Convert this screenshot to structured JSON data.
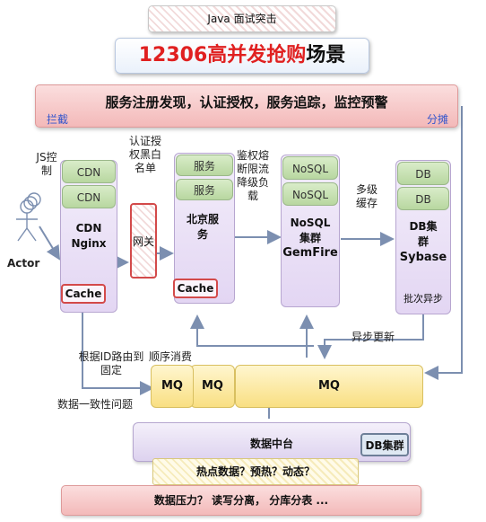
{
  "header": {
    "tag": "Java 面试突击",
    "title_red": "12306高并发抢购",
    "title_black": "场景"
  },
  "banner": {
    "text": "服务注册发现，认证授权，服务追踪，监控预警",
    "left_tag": "拦截",
    "right_tag": "分摊"
  },
  "notes": {
    "js": "JS控制",
    "auth": "认证授权黑白名单",
    "guard": "鉴权熔断限流降级负载",
    "multi_cache": "多级缓存",
    "async_update": "异步更新",
    "route": "根据ID路由到固定",
    "sequential": "顺序消费",
    "consistency": "数据一致性问题"
  },
  "actor": {
    "label": "Actor"
  },
  "col_cdn": {
    "top1": "CDN",
    "top2": "CDN",
    "main": "CDN Nginx",
    "cache": "Cache"
  },
  "gateway": {
    "label": "网关"
  },
  "col_service": {
    "top1": "服务",
    "top2": "服务",
    "main": "北京服务",
    "cache": "Cache"
  },
  "col_nosql": {
    "top1": "NoSQL",
    "top2": "NoSQL",
    "main_cn": "NoSQL集群",
    "main_en": "GemFire"
  },
  "col_db": {
    "top1": "DB",
    "top2": "DB",
    "main_cn": "DB集群",
    "main_en": "Sybase",
    "batch": "批次异步"
  },
  "mq": {
    "a": "MQ",
    "b": "MQ",
    "c": "MQ"
  },
  "platform": {
    "label": "数据中台",
    "db_cluster": "DB集群",
    "hot": "热点数据？预热？动态？"
  },
  "footer": {
    "text": "数据压力？ 读写分离， 分库分表 ..."
  },
  "colors": {
    "title_red": "#e02020",
    "banner_bg": "#f6c9c9",
    "green": "#c7e1b1",
    "purple": "#e8dcf5",
    "mq": "#fbe79a"
  }
}
